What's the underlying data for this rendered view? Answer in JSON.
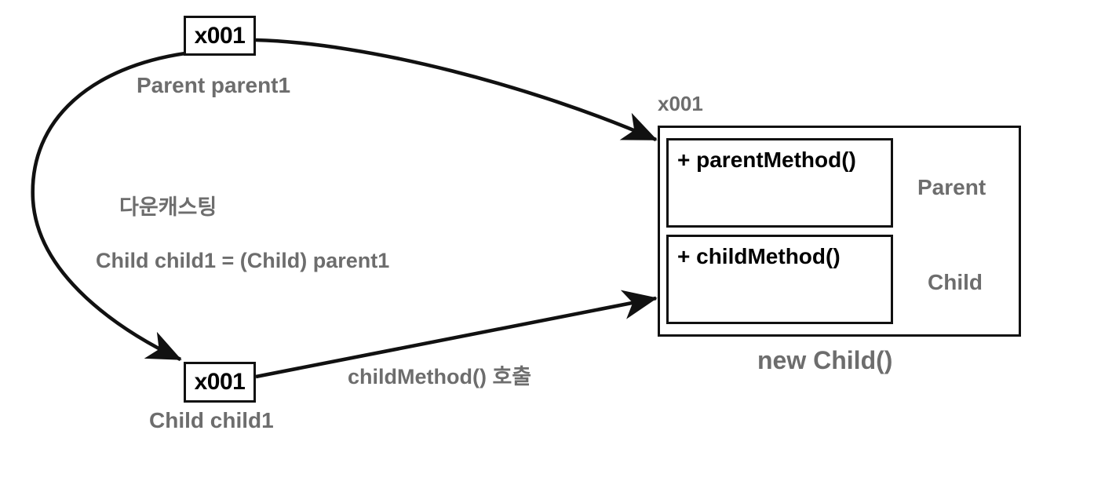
{
  "diagram": {
    "title": "Java downcasting memory diagram",
    "colors": {
      "stroke": "#111111",
      "label_gray": "#6d6d6d",
      "text_black": "#000000",
      "background": "#ffffff"
    },
    "reference_boxes": [
      {
        "id": "parent-ref",
        "value": "x001",
        "caption": "Parent parent1"
      },
      {
        "id": "child-ref",
        "value": "x001",
        "caption": "Child child1"
      }
    ],
    "annotations": {
      "downcast_title": "다운캐스팅",
      "downcast_code": "Child child1 = (Child) parent1",
      "method_call": "childMethod() 호출",
      "object_address": "x001",
      "object_creation": "new Child()"
    },
    "object": {
      "address": "x001",
      "instantiation": "new Child()",
      "layers": [
        {
          "class_name": "Parent",
          "method": "+ parentMethod()"
        },
        {
          "class_name": "Child",
          "method": "+ childMethod()"
        }
      ]
    },
    "arrows": [
      {
        "id": "parent-ref-to-object",
        "from": "parent-ref",
        "to": "object-parent-layer",
        "style": "curve"
      },
      {
        "id": "parent-ref-to-child-ref",
        "from": "parent-ref",
        "to": "child-ref",
        "style": "curve",
        "meaning": "다운캐스팅"
      },
      {
        "id": "child-ref-to-object",
        "from": "child-ref",
        "to": "object-child-layer",
        "style": "straight",
        "meaning": "childMethod() 호출"
      }
    ]
  }
}
